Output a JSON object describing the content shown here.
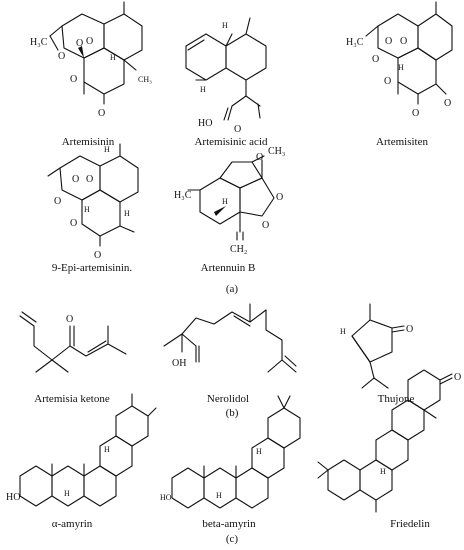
{
  "compounds": [
    {
      "name": "Artemisinin"
    },
    {
      "name": "Artemisinic acid"
    },
    {
      "name": "Artemisiten"
    },
    {
      "name": "9-Epi-artemisinin."
    },
    {
      "name": "Artennuin B"
    },
    {
      "name": "Artemisia ketone"
    },
    {
      "name": "Nerolidol"
    },
    {
      "name": "Thujone"
    },
    {
      "name": "α-amyrin"
    },
    {
      "name": "beta-amyrin"
    },
    {
      "name": "Friedelin"
    }
  ],
  "panels": [
    "(a)",
    "(b)",
    "(c)"
  ],
  "atoms": {
    "h3c": "H₃C",
    "o": "O",
    "h": "H",
    "ch3": "CH₃",
    "ho": "HO",
    "ch2": "CH₂",
    "oh": "OH"
  },
  "colors": {
    "ink": "#111111",
    "background": "#ffffff"
  }
}
